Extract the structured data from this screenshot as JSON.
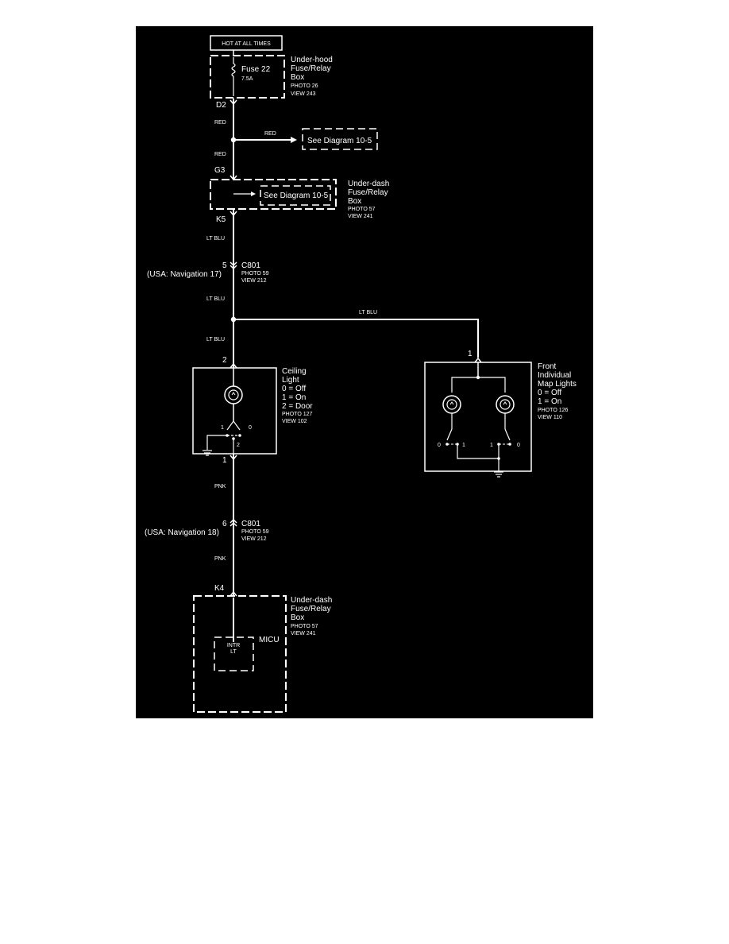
{
  "header_label": "HOT AT ALL TIMES",
  "underhood_box": {
    "name": [
      "Under-hood",
      "Fuse/Relay",
      "Box"
    ],
    "photo": "PHOTO 26",
    "view": "VIEW 243"
  },
  "fuse": {
    "name": "Fuse 22",
    "rating": "7.5A"
  },
  "underdash_box_top": {
    "name": [
      "Under-dash",
      "Fuse/Relay",
      "Box"
    ],
    "photo": "PHOTO 57",
    "view": "VIEW 241"
  },
  "underdash_box_bottom": {
    "name": [
      "Under-dash",
      "Fuse/Relay",
      "Box"
    ],
    "photo": "PHOTO 57",
    "view": "VIEW 241"
  },
  "see_diagram": "See Diagram 10-5",
  "terminals": {
    "d2": "D2",
    "g3": "G3",
    "k5": "K5",
    "k4": "K4"
  },
  "wire_colors": {
    "red": "RED",
    "lt_blu": "LT BLU",
    "pnk": "PNK"
  },
  "connector_top": {
    "name": "C801",
    "pin": "5",
    "nav": "(USA: Navigation 17)",
    "photo": "PHOTO 59",
    "view": "VIEW 212"
  },
  "connector_bottom": {
    "name": "C801",
    "pin": "6",
    "nav": "(USA: Navigation 18)",
    "photo": "PHOTO 59",
    "view": "VIEW 212"
  },
  "ceiling_light": {
    "name": [
      "Ceiling",
      "Light"
    ],
    "modes": [
      "0 = Off",
      "1 = On",
      "2 = Door"
    ],
    "photo": "PHOTO 127",
    "view": "VIEW 102",
    "pin_in": "2",
    "pin_out": "1",
    "switch_pos": [
      "1",
      "0",
      "2"
    ]
  },
  "map_lights": {
    "name": [
      "Front",
      "Individual",
      "Map Lights"
    ],
    "modes": [
      "0 = Off",
      "1 = On"
    ],
    "photo": "PHOTO 126",
    "view": "VIEW 110",
    "pin_in": "1",
    "switch_pos": [
      "0",
      "1",
      "1",
      "0"
    ]
  },
  "micu": {
    "name": "MICU",
    "circuit": [
      "INTR",
      "LT"
    ]
  }
}
